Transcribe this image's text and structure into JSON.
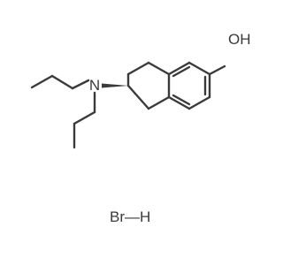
{
  "molecule": {
    "hydroxyl_label": "OH",
    "amine_label": "N",
    "salt_label": "Br—H"
  },
  "colors": {
    "bond": "#3a3a3a",
    "text": "#3a3a3a",
    "background": "#ffffff"
  }
}
